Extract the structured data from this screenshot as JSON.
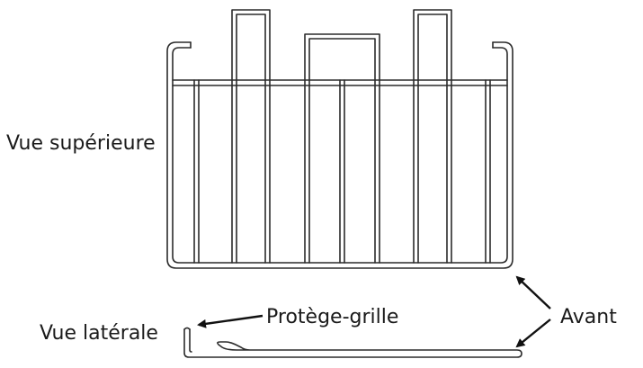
{
  "labels": {
    "top_view": "Vue supérieure",
    "side_view": "Vue latérale",
    "guard": "Protège-grille",
    "front": "Avant"
  },
  "colors": {
    "line": "#2b2b2b",
    "text": "#1a1a1a",
    "background": "#ffffff"
  }
}
